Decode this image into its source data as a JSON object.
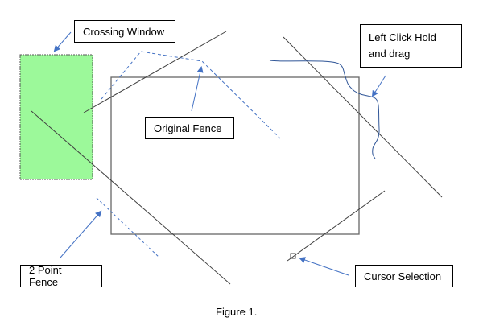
{
  "figure": {
    "caption": "Figure 1.",
    "labels": {
      "crossing_window": "Crossing Window",
      "original_fence": "Original Fence",
      "left_click_drag": "Left Click Hold and drag",
      "two_point_fence": "2 Point Fence",
      "cursor_selection": "Cursor Selection"
    },
    "colors": {
      "crossing_window_fill": "#9cf99a",
      "crossing_window_border": "#555555",
      "line": "#404040",
      "rectangle": "#666666",
      "fence": "#4472c4",
      "arrow": "#4472c4",
      "freehand": "#2f5597"
    }
  }
}
